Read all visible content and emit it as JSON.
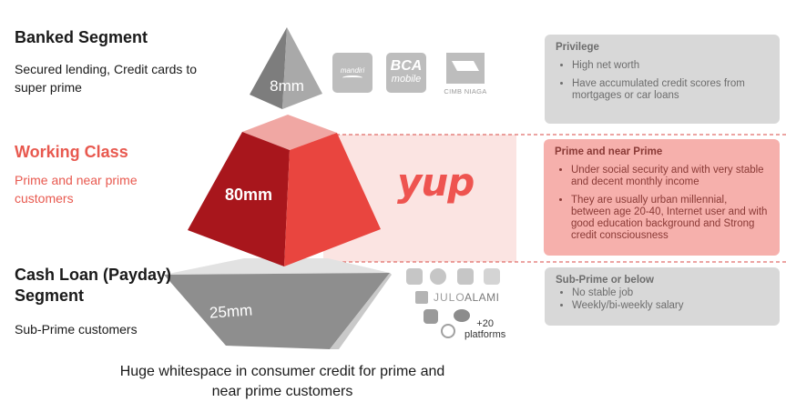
{
  "segments": {
    "banked": {
      "title": "Banked Segment",
      "subtitle_line1": "Secured lending, Credit cards to",
      "subtitle_line2": "super prime"
    },
    "working": {
      "title": "Working Class",
      "subtitle_line1": "Prime and near prime",
      "subtitle_line2": "customers"
    },
    "cashloan": {
      "title_line1": "Cash Loan (Payday)",
      "title_line2": "Segment",
      "subtitle": "Sub-Prime customers"
    }
  },
  "pyramid": {
    "top_label": "8mm",
    "middle_label": "80mm",
    "bottom_label": "25mm",
    "colors": {
      "top": "#8c8c8c",
      "middle": "#c0282d",
      "bottom": "#9a9a9a",
      "highlight": "#fbe4e2"
    }
  },
  "logos": {
    "mandiri": "mandiri",
    "bca_line1": "BCA",
    "bca_line2": "mobile",
    "cimb": "CIMB NIAGA",
    "yup": "yup",
    "julo": "JULO",
    "alami": "ALAMI",
    "platforms_line1": "+20",
    "platforms_line2": "platforms"
  },
  "boxes": {
    "privilege": {
      "title": "Privilege",
      "items": [
        "High net worth",
        "Have accumulated credit scores from mortgages or car loans"
      ]
    },
    "prime": {
      "title": "Prime and near Prime",
      "items": [
        "Under social security and with very stable and decent monthly income",
        "They are usually urban millennial, between age 20-40, Internet user and with good education background and Strong credit consciousness"
      ]
    },
    "subprime": {
      "title": "Sub-Prime or below",
      "items": [
        "No stable job",
        "Weekly/bi-weekly salary"
      ]
    }
  },
  "caption_line1": "Huge whitespace in consumer credit for prime and",
  "caption_line2": "near prime customers"
}
